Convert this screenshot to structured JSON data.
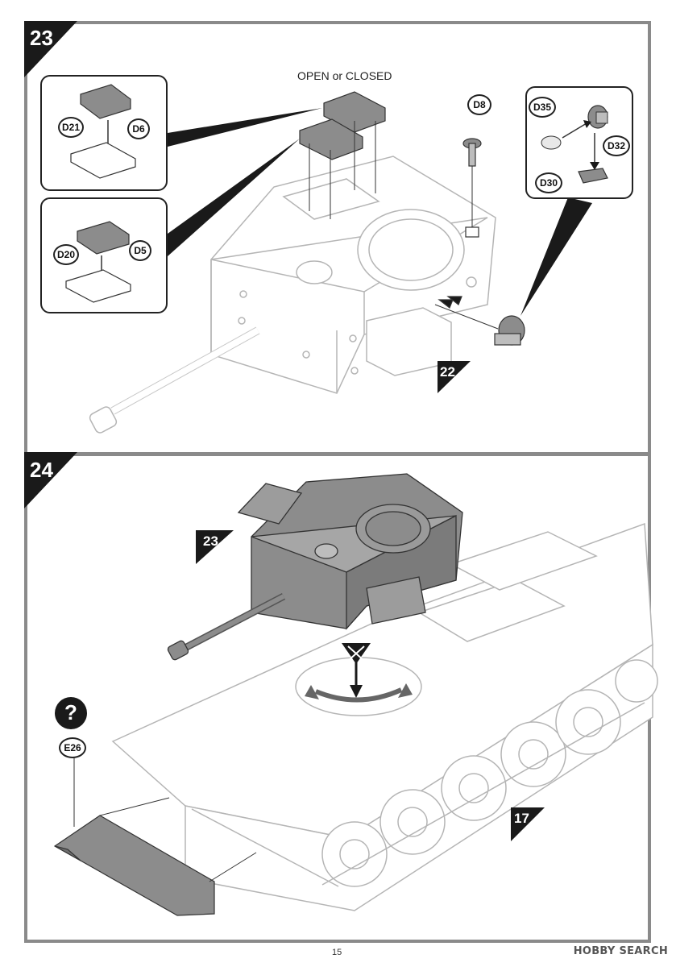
{
  "steps": [
    {
      "number": "23"
    },
    {
      "number": "24"
    }
  ],
  "step23": {
    "note": "OPEN or CLOSED",
    "parts": {
      "d21": "D21",
      "d6": "D6",
      "d20": "D20",
      "d5": "D5",
      "d8": "D8",
      "d35": "D35",
      "d32": "D32",
      "d30": "D30"
    },
    "ref": "22"
  },
  "step24": {
    "refs": {
      "turret": "23",
      "hull": "17"
    },
    "parts": {
      "e26": "E26"
    },
    "question_mark": "?"
  },
  "footer": {
    "page_number": "15",
    "watermark": "HOBBY SEARCH"
  },
  "colors": {
    "frame": "#8a8a8a",
    "callout": "#1a1a1a",
    "part_grey": "#8c8c8c"
  }
}
